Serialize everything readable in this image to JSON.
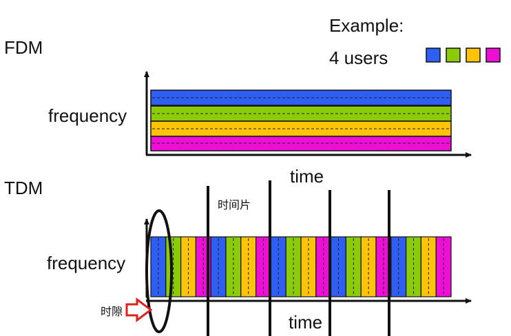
{
  "labels": {
    "fdm": "FDM",
    "tdm": "TDM",
    "example": "Example:",
    "users": "4 users",
    "fdm_frequency": "frequency",
    "fdm_time": "time",
    "tdm_frequency": "frequency",
    "tdm_time": "time",
    "time_slice": "时间片",
    "time_gap": "时隙"
  },
  "colors": {
    "user1": "#2f5ff2",
    "user2": "#8ccb09",
    "user3": "#ffc30a",
    "user4": "#ee0fd6",
    "axis": "#111111"
  },
  "tdm": {
    "slots": 20,
    "frame_markers_after_slot": [
      4,
      8,
      12,
      16
    ]
  }
}
